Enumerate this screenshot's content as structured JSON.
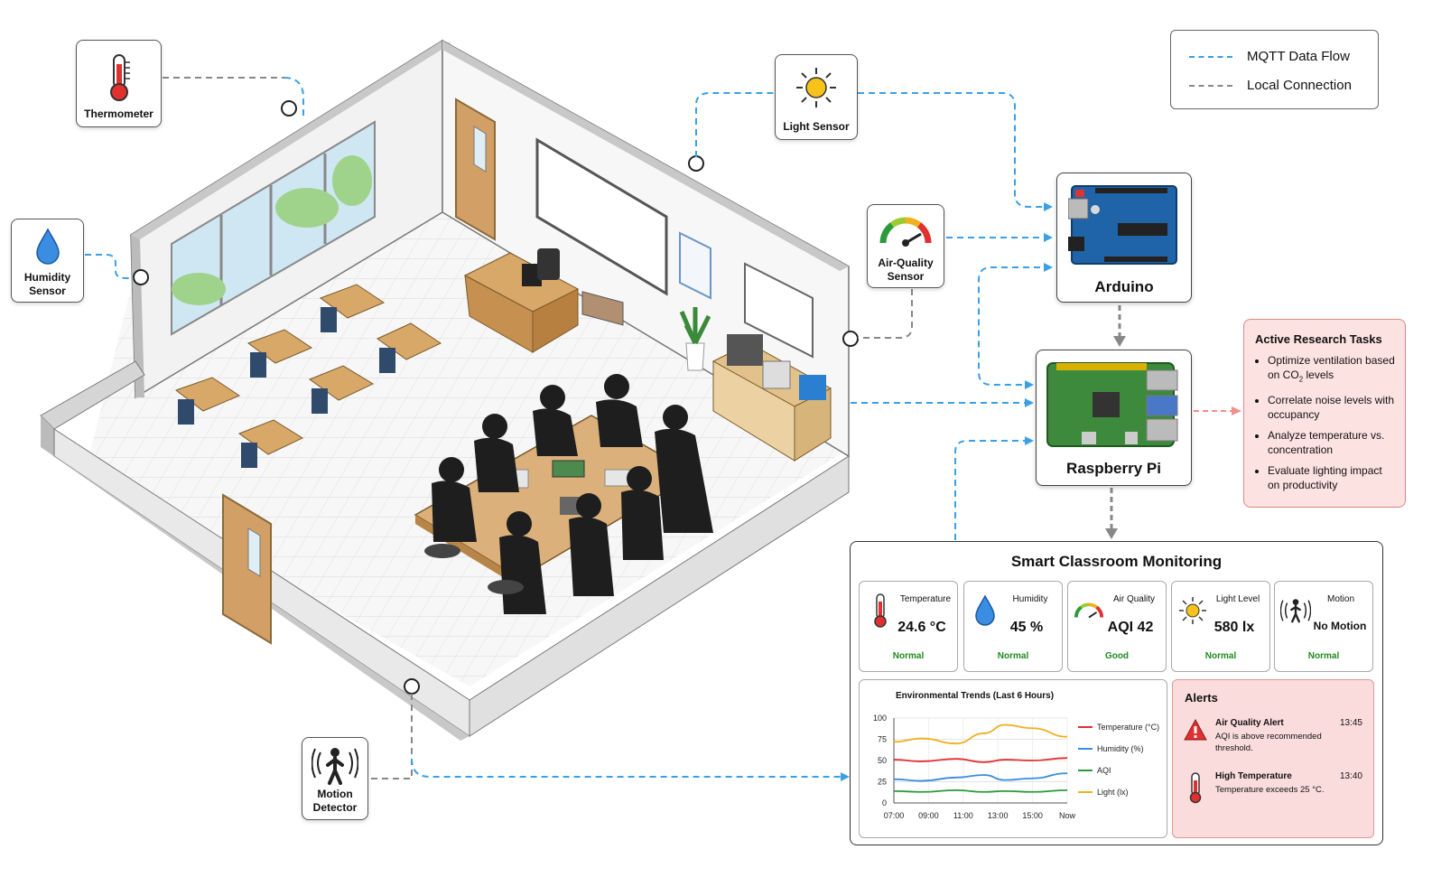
{
  "legend": {
    "mqtt_label": "MQTT Data Flow",
    "local_label": "Local Connection",
    "mqtt_color": "#3aa0e6",
    "local_color": "#888888"
  },
  "sensors": {
    "thermometer": {
      "label": "Thermometer",
      "icon": "thermometer-icon"
    },
    "humidity": {
      "label_line1": "Humidity",
      "label_line2": "Sensor",
      "icon": "water-drop-icon"
    },
    "light": {
      "label": "Light Sensor",
      "icon": "sun-icon"
    },
    "air_quality": {
      "label_line1": "Air-Quality",
      "label_line2": "Sensor",
      "icon": "gauge-icon"
    },
    "motion": {
      "label_line1": "Motion",
      "label_line2": "Detector",
      "icon": "motion-person-icon"
    }
  },
  "boards": {
    "arduino": {
      "label": "Arduino"
    },
    "raspberry_pi": {
      "label": "Raspberry Pi"
    }
  },
  "research": {
    "title": "Active Research Tasks",
    "tasks": [
      {
        "pre": "Optimize ventilation based on CO",
        "sub": "2",
        "post": " levels"
      },
      {
        "pre": "Correlate noise levels with occupancy",
        "sub": "",
        "post": ""
      },
      {
        "pre": "Analyze temperature vs. concentration",
        "sub": "",
        "post": ""
      },
      {
        "pre": "Evaluate lighting impact on productivity",
        "sub": "",
        "post": ""
      }
    ]
  },
  "dashboard": {
    "title": "Smart Classroom Monitoring",
    "tiles": [
      {
        "name": "Temperature",
        "value": "24.6 °C",
        "status": "Normal",
        "icon": "thermometer-icon"
      },
      {
        "name": "Humidity",
        "value": "45 %",
        "status": "Normal",
        "icon": "water-drop-icon"
      },
      {
        "name": "Air Quality",
        "value": "AQI 42",
        "status": "Good",
        "icon": "gauge-icon"
      },
      {
        "name": "Light Level",
        "value": "580 lx",
        "status": "Normal",
        "icon": "sun-icon"
      },
      {
        "name": "Motion",
        "value": "No Motion",
        "status": "Normal",
        "icon": "motion-person-icon"
      }
    ],
    "alerts": {
      "title": "Alerts",
      "items": [
        {
          "title": "Air Quality Alert",
          "time": "13:45",
          "desc": "AQI is above recommended threshold.",
          "icon": "warning-icon"
        },
        {
          "title": "High Temperature",
          "time": "13:40",
          "desc": "Temperature exceeds 25 °C.",
          "icon": "thermometer-icon"
        }
      ]
    }
  },
  "chart_data": {
    "type": "line",
    "title": "Environmental Trends (Last 6 Hours)",
    "x": [
      "07:00",
      "09:00",
      "11:00",
      "13:00",
      "15:00",
      "Now"
    ],
    "ylim": [
      0,
      100
    ],
    "yticks": [
      0,
      25,
      50,
      75,
      100
    ],
    "grid": true,
    "legend_position": "right",
    "series": [
      {
        "name": "Temperature (°C)",
        "color": "#e03030",
        "values": [
          51,
          49,
          52,
          48,
          51,
          50,
          53
        ]
      },
      {
        "name": "Humidity (%)",
        "color": "#3a8de0",
        "values": [
          28,
          26,
          30,
          33,
          27,
          29,
          35
        ]
      },
      {
        "name": "AQI",
        "color": "#2a9a3a",
        "values": [
          14,
          13,
          15,
          13,
          14,
          13,
          15
        ]
      },
      {
        "name": "Light (lx)",
        "color": "#f0b020",
        "values": [
          72,
          76,
          70,
          82,
          92,
          88,
          78
        ]
      }
    ],
    "sample_x": [
      0,
      0.8,
      1.8,
      2.6,
      3.2,
      4.0,
      5.0
    ]
  }
}
